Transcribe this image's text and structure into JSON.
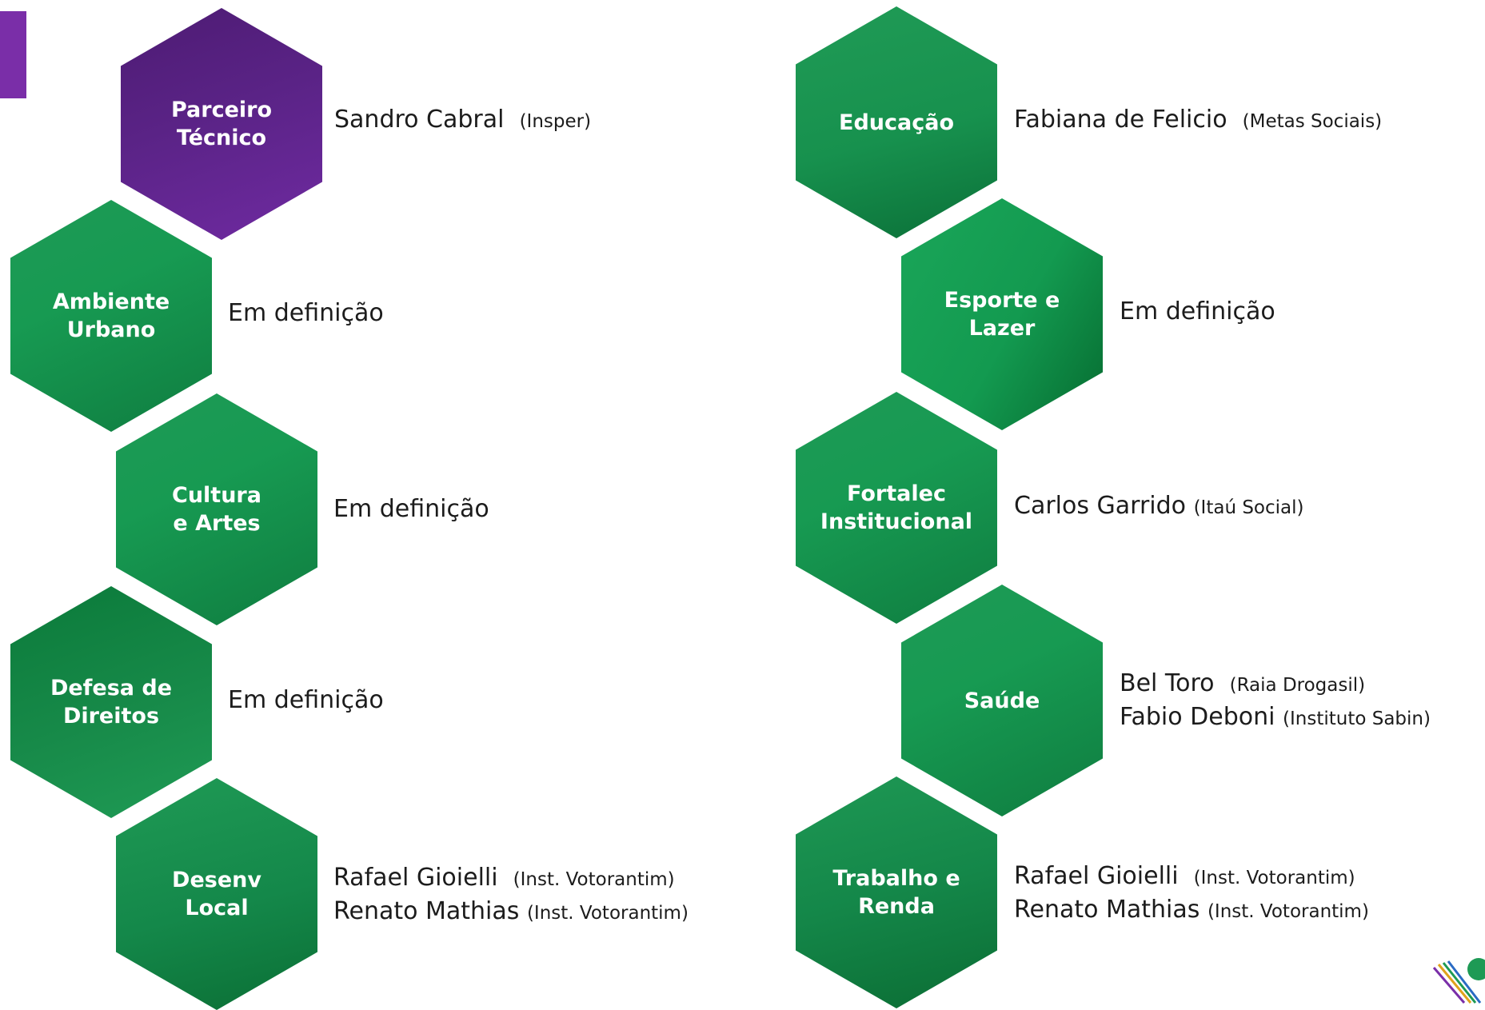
{
  "hexagons": {
    "parceiro": "Parceiro\nTécnico",
    "ambiente": "Ambiente\nUrbano",
    "cultura": "Cultura\ne Artes",
    "defesa": "Defesa de\nDireitos",
    "desenv": "Desenv\nLocal",
    "educacao": "Educação",
    "esporte": "Esporte e\nLazer",
    "fortalec": "Fortalec\nInstitucional",
    "saude": "Saúde",
    "trabalho": "Trabalho e\nRenda"
  },
  "info": {
    "parceiro": {
      "name": "Sandro Cabral",
      "org": "(Insper)"
    },
    "ambiente": {
      "text": "Em definição"
    },
    "cultura": {
      "text": "Em definição"
    },
    "defesa": {
      "text": "Em definição"
    },
    "desenv": [
      {
        "name": "Rafael Gioielli",
        "org": "(Inst. Votorantim)"
      },
      {
        "name": "Renato Mathias",
        "org": "(Inst. Votorantim)"
      }
    ],
    "educacao": {
      "name": "Fabiana de Felicio",
      "org": "(Metas Sociais)"
    },
    "esporte": {
      "text": "Em definição"
    },
    "fortalec": {
      "name": "Carlos Garrido",
      "org": "(Itaú Social)"
    },
    "saude": [
      {
        "name": "Bel Toro",
        "org": "(Raia Drogasil)"
      },
      {
        "name": "Fabio Deboni",
        "org": "(Instituto Sabin)"
      }
    ],
    "trabalho": [
      {
        "name": "Rafael Gioielli",
        "org": "(Inst. Votorantim)"
      },
      {
        "name": "Renato Mathias",
        "org": "(Inst. Votorantim)"
      }
    ]
  },
  "colors": {
    "purple": "#5a2386",
    "green": "#179a52",
    "dark_green": "#0b7038",
    "accent_bar": "#7a2ea8"
  }
}
